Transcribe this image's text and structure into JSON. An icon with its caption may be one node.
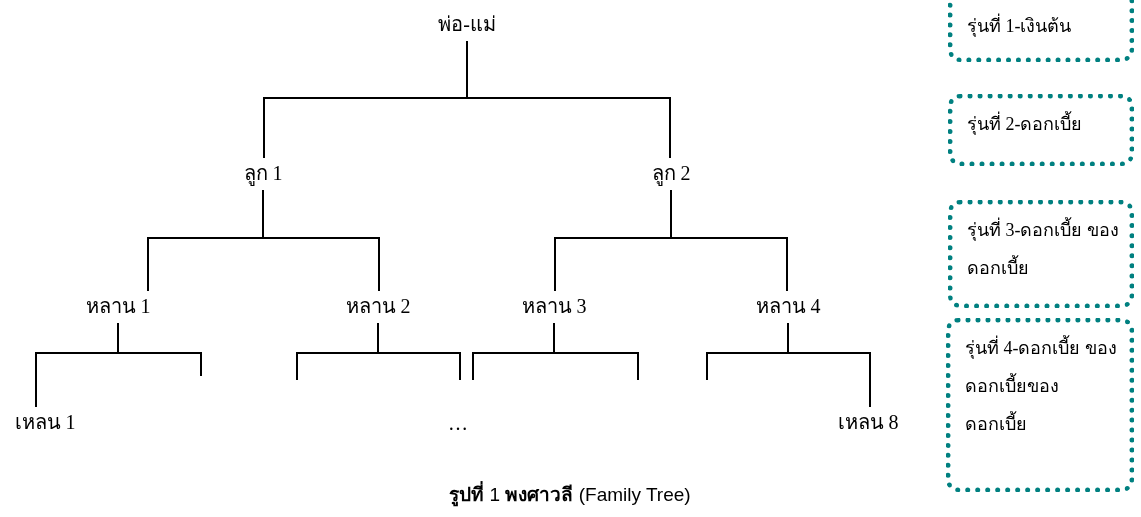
{
  "diagram": {
    "caption": "**รูปที่** 1 **พงศาวลี** (Family Tree)",
    "nodes": [
      {
        "text": [
          "พ่อ-แม่"
        ]
      },
      {
        "text": [
          "ลูก 1"
        ]
      },
      {
        "text": [
          "ลูก 2"
        ]
      },
      {
        "text": [
          "หลาน 1"
        ]
      },
      {
        "text": [
          "หลาน 2"
        ]
      },
      {
        "text": [
          "หลาน 3"
        ]
      },
      {
        "text": [
          "หลาน 4"
        ]
      },
      {
        "text": [
          "เหลน 1"
        ]
      },
      {
        "text": [
          "เหลน 8"
        ]
      },
      {
        "text": [
          "รุ่นที่ 1-เงินต้น"
        ]
      },
      {
        "text": [
          "รุ่นที่ 2-ดอกเบี้ย"
        ]
      },
      {
        "text": [
          "รุ่นที่ 3-ดอกเบี้ย ของดอกเบี้ย"
        ]
      },
      {
        "text": [
          "รุ่นที่ 4-ดอกเบี้ย ของดอกเบี้ยของ ดอกเบี้ย"
        ]
      }
    ],
    "edges": [
      {
        "from": 0,
        "to": 1,
        "arrow": "none"
      },
      {
        "from": 0,
        "to": 2,
        "arrow": "none"
      },
      {
        "from": 1,
        "to": 3,
        "arrow": "none"
      },
      {
        "from": 1,
        "to": 4,
        "arrow": "none"
      },
      {
        "from": 2,
        "to": 5,
        "arrow": "none"
      },
      {
        "from": 2,
        "to": 6,
        "arrow": "none"
      },
      {
        "from": 3,
        "to": 7,
        "arrow": "none"
      },
      {
        "from": 3,
        "to": null,
        "arrow": "none"
      },
      {
        "from": 4,
        "to": null,
        "arrow": "none"
      },
      {
        "from": 4,
        "to": null,
        "arrow": "none"
      },
      {
        "from": 5,
        "to": null,
        "arrow": "none"
      },
      {
        "from": 5,
        "to": null,
        "arrow": "none"
      },
      {
        "from": 6,
        "to": null,
        "arrow": "none"
      },
      {
        "from": 6,
        "to": 8,
        "arrow": "none"
      }
    ],
    "labels": [
      "…"
    ]
  }
}
